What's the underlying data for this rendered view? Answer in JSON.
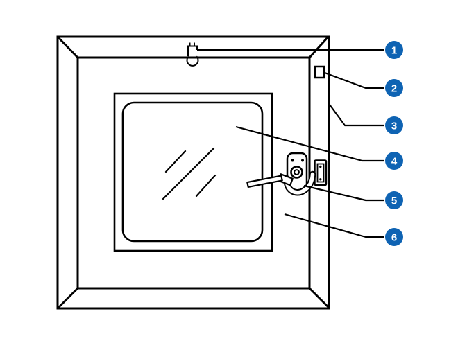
{
  "figure": {
    "background_color": "#ffffff",
    "line_color": "#000000",
    "callout_style": {
      "fill": "#0e63b3",
      "text_color": "#ffffff"
    },
    "callouts": [
      {
        "number": "1"
      },
      {
        "number": "2"
      },
      {
        "number": "3"
      },
      {
        "number": "4"
      },
      {
        "number": "5"
      },
      {
        "number": "6"
      }
    ]
  }
}
